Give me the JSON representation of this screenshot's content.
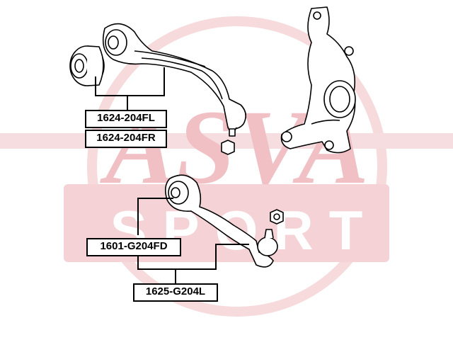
{
  "watermark": {
    "brand_text": "ASVA",
    "sub_text": "SPORT",
    "color": "#e8b4b8"
  },
  "labels": {
    "upper_arm_left": "1624-204FL",
    "upper_arm_right": "1624-204FR",
    "lower_arm": "1601-G204FD",
    "ball_joint": "1625-G204L"
  },
  "colors": {
    "line": "#000000",
    "label_bg": "#ffffff"
  }
}
